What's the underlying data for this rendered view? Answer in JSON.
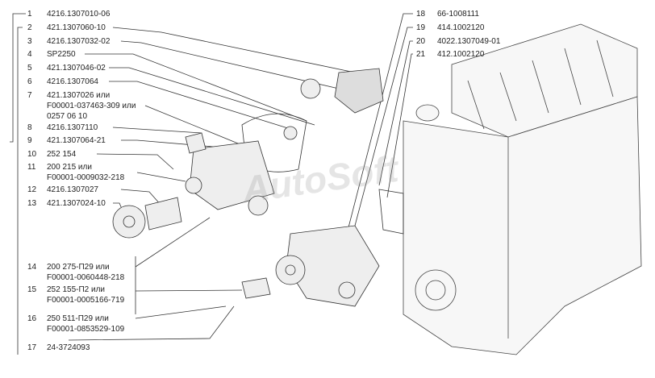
{
  "diagram": {
    "watermark": "AutoSoft",
    "left_callouts": [
      {
        "num": "1",
        "lines": [
          "4216.1307010-06"
        ]
      },
      {
        "num": "2",
        "lines": [
          "421.1307060-10"
        ]
      },
      {
        "num": "3",
        "lines": [
          "4216.1307032-02"
        ]
      },
      {
        "num": "4",
        "lines": [
          "SP2250"
        ]
      },
      {
        "num": "5",
        "lines": [
          "421.1307046-02"
        ]
      },
      {
        "num": "6",
        "lines": [
          "4216.1307064"
        ]
      },
      {
        "num": "7",
        "lines": [
          "421.1307026 или",
          "F00001-037463-309 или",
          "0257 06 10"
        ]
      },
      {
        "num": "8",
        "lines": [
          "4216.1307110"
        ]
      },
      {
        "num": "9",
        "lines": [
          "421.1307064-21"
        ]
      },
      {
        "num": "10",
        "lines": [
          "252 154"
        ]
      },
      {
        "num": "11",
        "lines": [
          "200 215 или",
          "F00001-0009032-218"
        ]
      },
      {
        "num": "12",
        "lines": [
          "4216.1307027"
        ]
      },
      {
        "num": "13",
        "lines": [
          "421.1307024-10"
        ]
      },
      {
        "num": "14",
        "lines": [
          "200 275-П29 или",
          "F00001-0060448-218"
        ]
      },
      {
        "num": "15",
        "lines": [
          "252 155-П2 или",
          "F00001-0005166-719"
        ]
      },
      {
        "num": "16",
        "lines": [
          "250 511-П29 или",
          "F00001-0853529-109"
        ]
      },
      {
        "num": "17",
        "lines": [
          "24-3724093"
        ]
      }
    ],
    "right_callouts": [
      {
        "num": "18",
        "lines": [
          "66-1008111"
        ]
      },
      {
        "num": "19",
        "lines": [
          "414.1002120"
        ]
      },
      {
        "num": "20",
        "lines": [
          "4022.1307049-01"
        ]
      },
      {
        "num": "21",
        "lines": [
          "412.1002120"
        ]
      }
    ]
  }
}
